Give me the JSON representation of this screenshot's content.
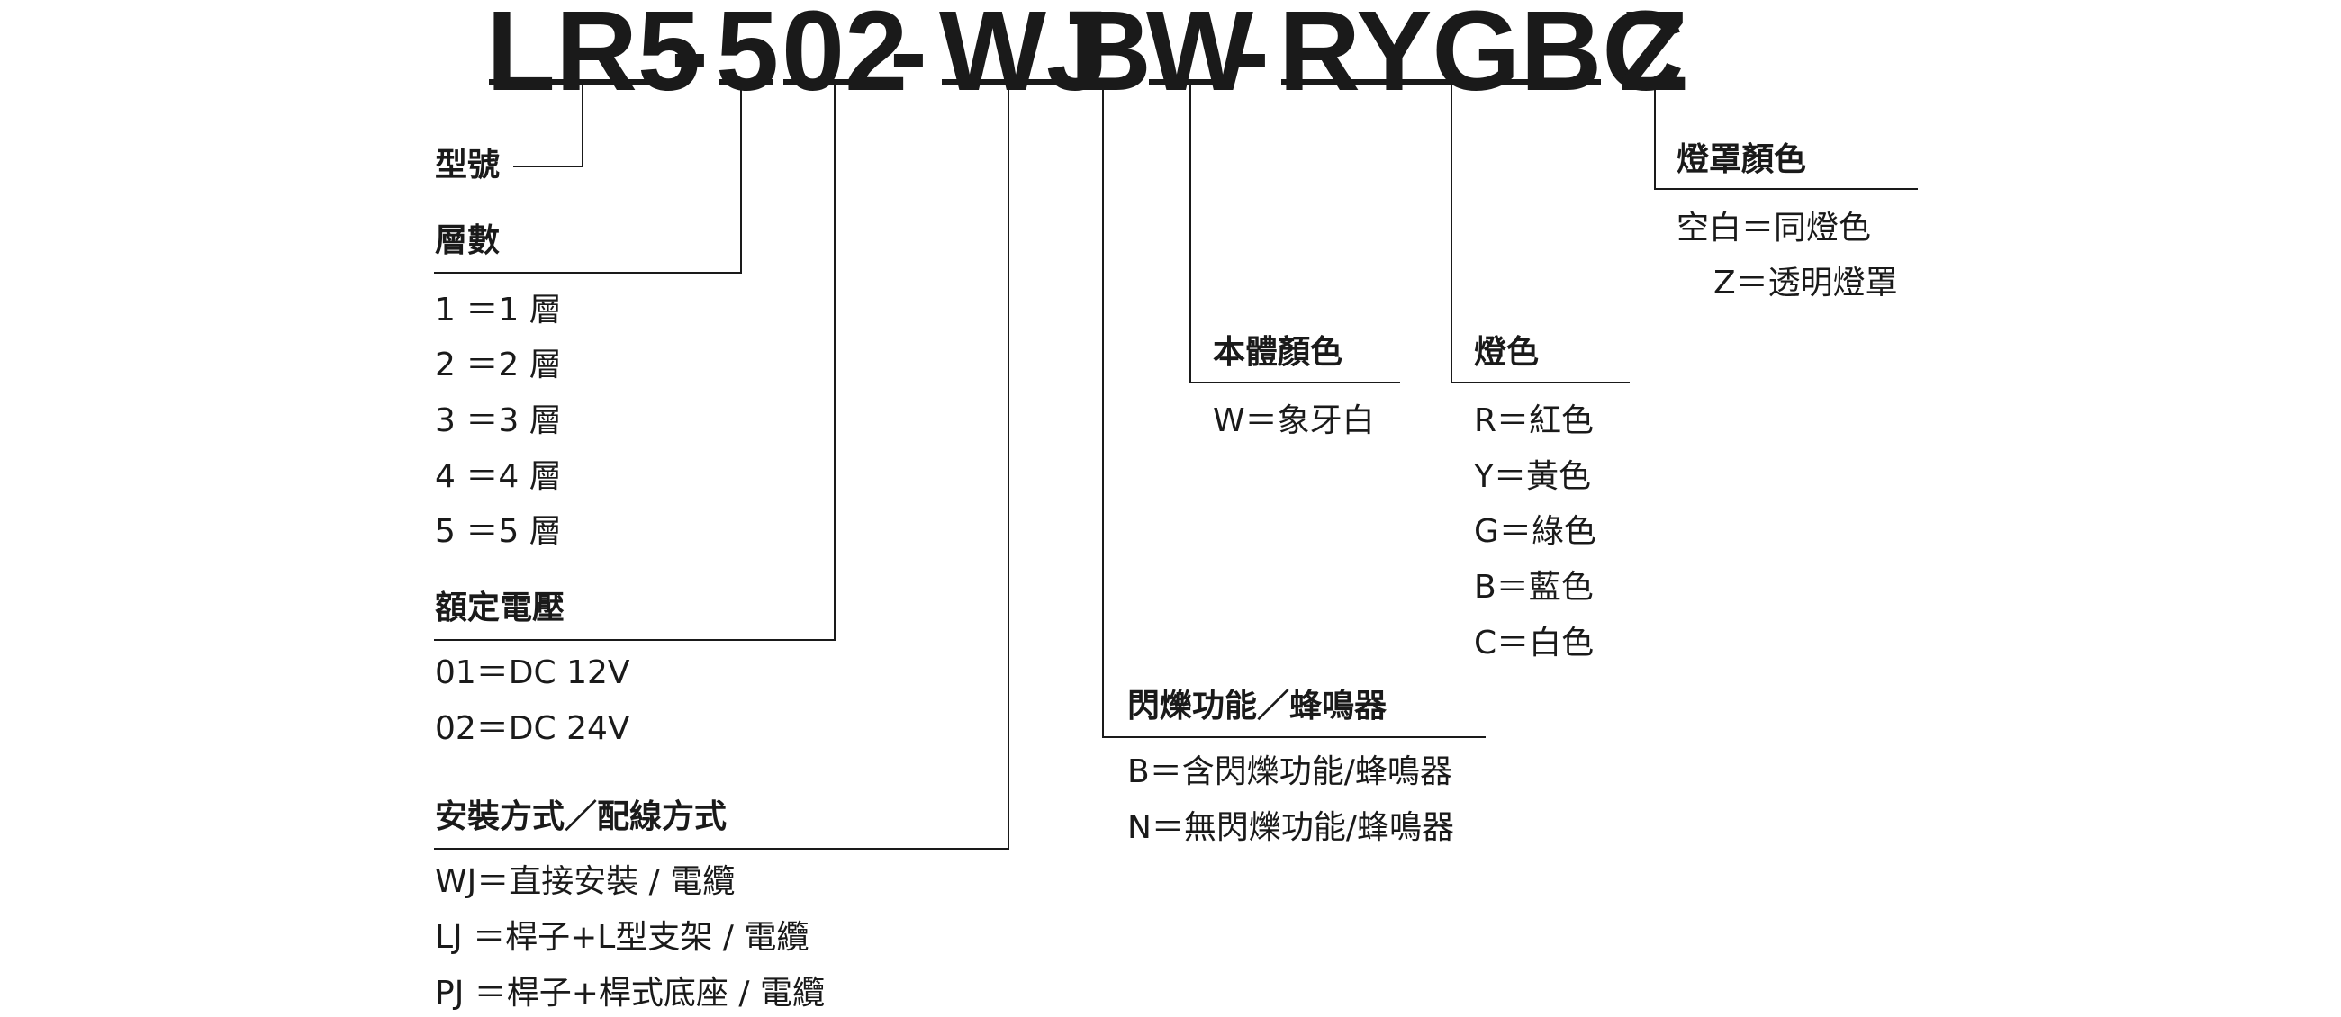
{
  "code": {
    "parts": [
      "LR5",
      "-",
      "5",
      "02",
      "-",
      "WJ",
      "B",
      "W",
      "-",
      "RYGBC",
      "Z"
    ]
  },
  "sections": {
    "model": {
      "heading": "型號"
    },
    "tiers": {
      "heading": "層數",
      "items": [
        "1 ＝1 層",
        "2 ＝2 層",
        "3 ＝3 層",
        "4 ＝4 層",
        "5 ＝5 層"
      ]
    },
    "voltage": {
      "heading": "額定電壓",
      "items": [
        "01＝DC 12V",
        "02＝DC 24V"
      ]
    },
    "mounting": {
      "heading": "安裝方式／配線方式",
      "items": [
        "WJ＝直接安裝 / 電纜",
        "LJ ＝桿子+L型支架 / 電纜",
        "PJ ＝桿子+桿式底座 / 電纜"
      ]
    },
    "flash": {
      "heading": "閃爍功能／蜂鳴器",
      "items": [
        "B＝含閃爍功能/蜂鳴器",
        "N＝無閃爍功能/蜂鳴器"
      ]
    },
    "body_color": {
      "heading": "本體顏色",
      "items": [
        "W＝象牙白"
      ]
    },
    "lamp_color": {
      "heading": "燈色",
      "items": [
        "R＝紅色",
        "Y＝黃色",
        "G＝綠色",
        "B＝藍色",
        "C＝白色"
      ]
    },
    "cover_color": {
      "heading": "燈罩顏色",
      "items": [
        "空白＝同燈色",
        "Z＝透明燈罩"
      ]
    }
  }
}
